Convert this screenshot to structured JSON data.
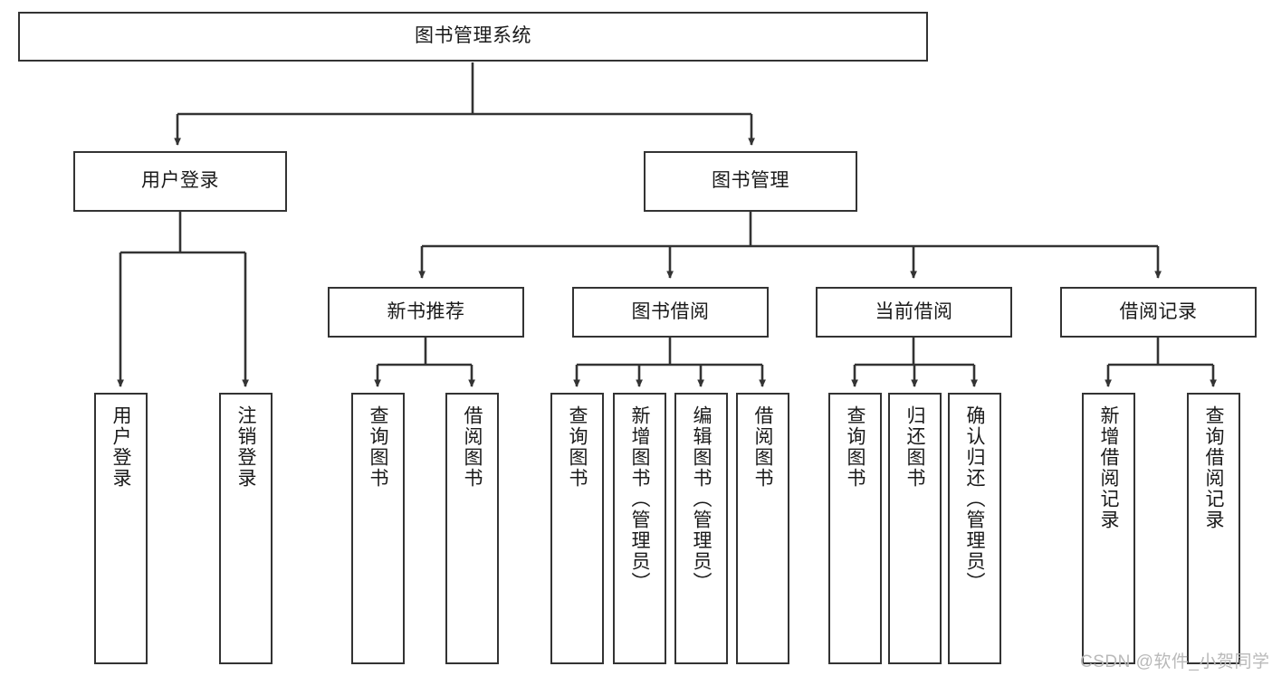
{
  "diagram": {
    "title": "图书管理系统",
    "stroke_color": "#333333",
    "background_color": "#ffffff",
    "text_color": "#1a1a1a",
    "watermark": "CSDN @软件_小贺同学",
    "watermark_color": "#b9b9b9"
  },
  "nodes": {
    "root": "图书管理系统",
    "level2": {
      "user_login": "用户登录",
      "book_manage": "图书管理"
    },
    "level3": {
      "new_book_recommend": "新书推荐",
      "book_borrow": "图书借阅",
      "current_borrow": "当前借阅",
      "borrow_record": "借阅记录"
    },
    "leaves": {
      "user_login_1": "用户登录",
      "user_login_2": "注销登录",
      "recommend_1": "查询图书",
      "recommend_2": "借阅图书",
      "borrow_1": "查询图书",
      "borrow_2": "新增图书（管理员）",
      "borrow_3": "编辑图书（管理员）",
      "borrow_4": "借阅图书",
      "current_1": "查询图书",
      "current_2": "归还图书",
      "current_3": "确认归还（管理员）",
      "record_1": "新增借阅记录",
      "record_2": "查询借阅记录"
    }
  }
}
